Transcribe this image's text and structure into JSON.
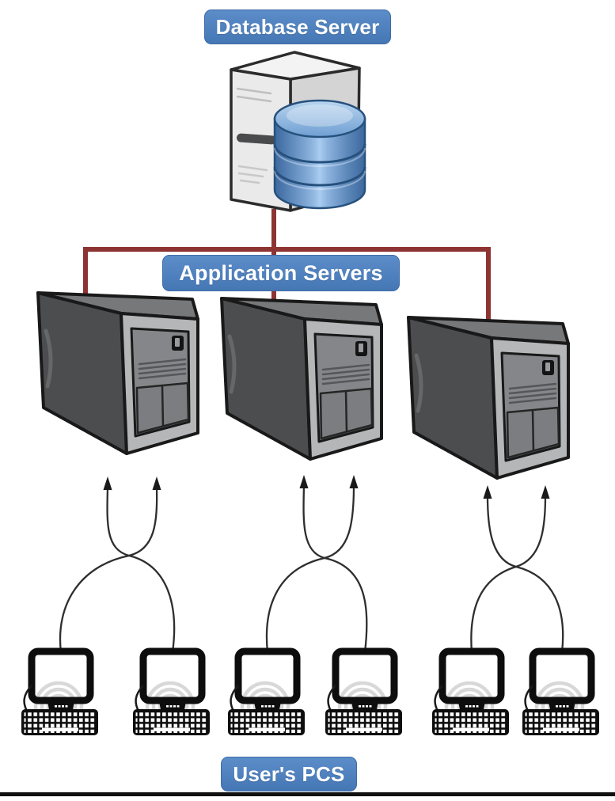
{
  "diagram": {
    "labels": {
      "database_server": "Database Server",
      "application_servers": "Application Servers",
      "users_pcs": "User's PCS"
    },
    "tiers": [
      {
        "name": "database",
        "label": "Database Server",
        "node_count": 1,
        "icon": "database-server-icon"
      },
      {
        "name": "application",
        "label": "Application Servers",
        "node_count": 3,
        "icon": "app-server-icon"
      },
      {
        "name": "clients",
        "label": "User's PCS",
        "node_count": 6,
        "icon": "user-pc-icon"
      }
    ],
    "connections": {
      "database_to_app_servers": "maroon right-angle bus line from database server to all three application servers",
      "pcs_to_app_servers": "each pair of user PCs sends two crossing curved black arrows up to one application server"
    },
    "colors": {
      "label_background": "#4a7dbd",
      "label_text": "#ffffff",
      "connector_maroon": "#8d3433",
      "arrow_black": "#2e2e2e",
      "database_blue": "#6e9aca",
      "server_dark_gray": "#4c4d4f",
      "tower_light_gray": "#eaeaea",
      "bottom_rule": "#111111"
    }
  }
}
